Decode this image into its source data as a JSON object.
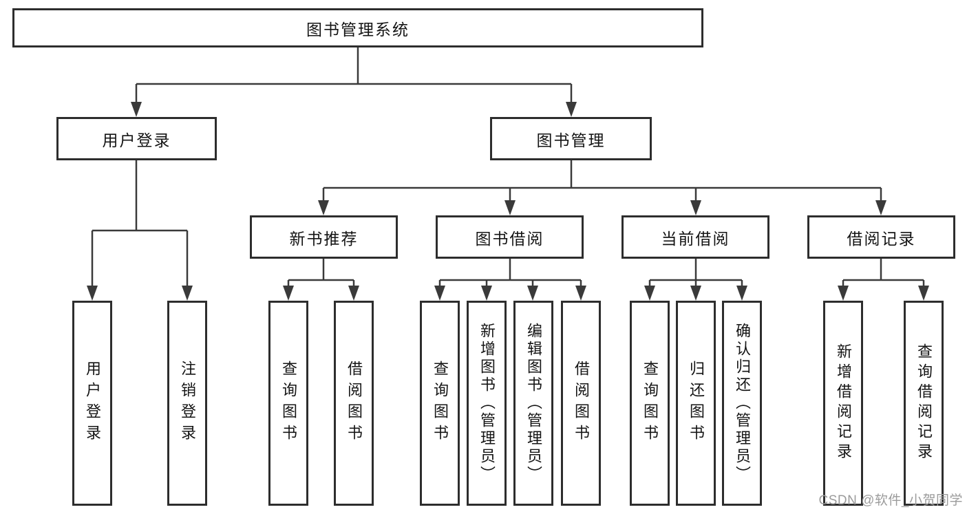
{
  "nodes": {
    "root": {
      "label": "图书管理系统"
    },
    "user_login": {
      "label": "用户登录"
    },
    "book_mgmt": {
      "label": "图书管理"
    },
    "new_book_rec": {
      "label": "新书推荐"
    },
    "book_borrow": {
      "label": "图书借阅"
    },
    "current_borrow": {
      "label": "当前借阅"
    },
    "borrow_record": {
      "label": "借阅记录"
    },
    "login_leaf": {
      "label": "用户登录"
    },
    "logout_leaf": {
      "label": "注销登录"
    },
    "rec_query": {
      "label": "查询图书"
    },
    "rec_borrow": {
      "label": "借阅图书"
    },
    "bor_query": {
      "label": "查询图书"
    },
    "bor_add": {
      "label": "新增图书（管理员）"
    },
    "bor_edit": {
      "label": "编辑图书（管理员）"
    },
    "bor_borrow": {
      "label": "借阅图书"
    },
    "cur_query": {
      "label": "查询图书"
    },
    "cur_return": {
      "label": "归还图书"
    },
    "cur_confirm": {
      "label": "确认归还（管理员）"
    },
    "rcd_add": {
      "label": "新增借阅记录"
    },
    "rcd_query": {
      "label": "查询借阅记录"
    }
  },
  "edges": [
    [
      "root",
      "user_login"
    ],
    [
      "root",
      "book_mgmt"
    ],
    [
      "user_login",
      "login_leaf"
    ],
    [
      "user_login",
      "logout_leaf"
    ],
    [
      "book_mgmt",
      "new_book_rec"
    ],
    [
      "book_mgmt",
      "book_borrow"
    ],
    [
      "book_mgmt",
      "current_borrow"
    ],
    [
      "book_mgmt",
      "borrow_record"
    ],
    [
      "new_book_rec",
      "rec_query"
    ],
    [
      "new_book_rec",
      "rec_borrow"
    ],
    [
      "book_borrow",
      "bor_query"
    ],
    [
      "book_borrow",
      "bor_add"
    ],
    [
      "book_borrow",
      "bor_edit"
    ],
    [
      "book_borrow",
      "bor_borrow"
    ],
    [
      "current_borrow",
      "cur_query"
    ],
    [
      "current_borrow",
      "cur_return"
    ],
    [
      "current_borrow",
      "cur_confirm"
    ],
    [
      "borrow_record",
      "rcd_add"
    ],
    [
      "borrow_record",
      "rcd_query"
    ]
  ],
  "watermark": "CSDN @软件_小贺同学",
  "colors": {
    "line": "#3a3a3a",
    "box_border": "#2d2d2d",
    "text": "#141414",
    "watermark": "#9b9b9b",
    "background": "#ffffff"
  }
}
